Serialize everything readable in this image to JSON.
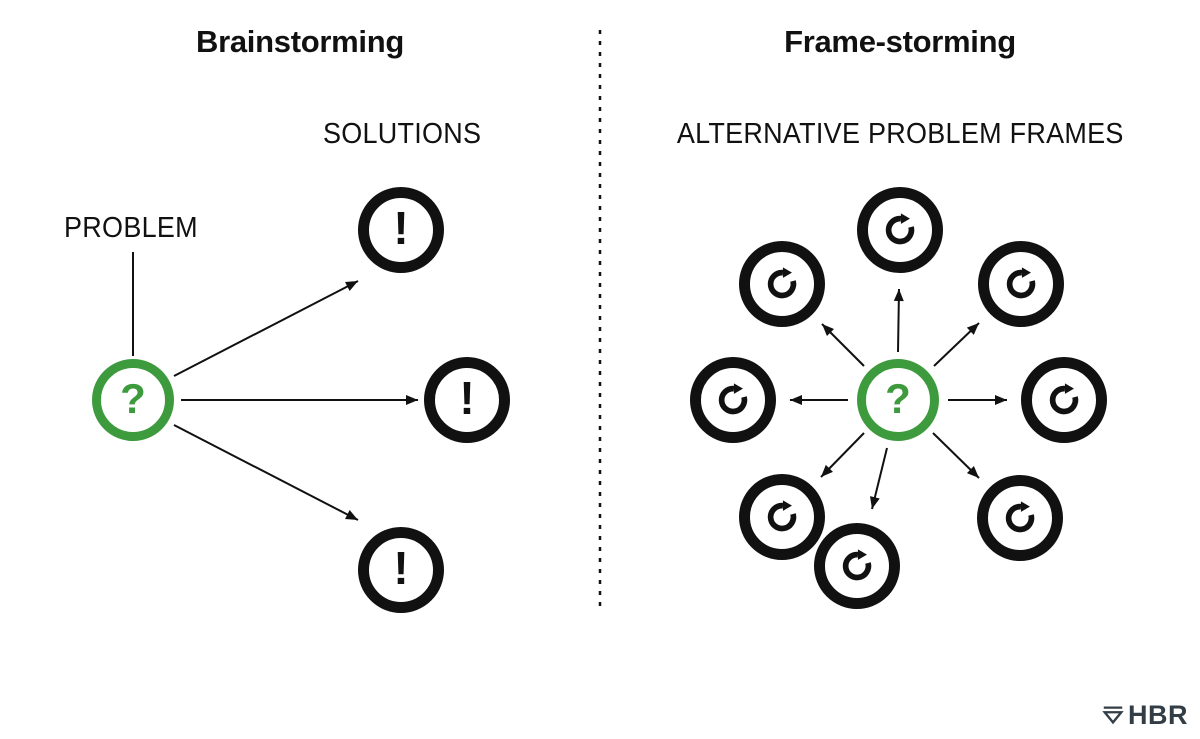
{
  "colors": {
    "green": "#3d9b3e",
    "ink": "#111111",
    "logo": "#333d46"
  },
  "left_panel": {
    "title": "Brainstorming",
    "problem_label": "PROBLEM",
    "solutions_label": "SOLUTIONS",
    "problem_symbol": "?",
    "solution_symbol": "!",
    "solution_count": 3
  },
  "right_panel": {
    "title": "Frame-storming",
    "frames_label": "ALTERNATIVE PROBLEM FRAMES",
    "problem_symbol": "?",
    "frame_count": 8
  },
  "footer": {
    "brand": "HBR"
  }
}
